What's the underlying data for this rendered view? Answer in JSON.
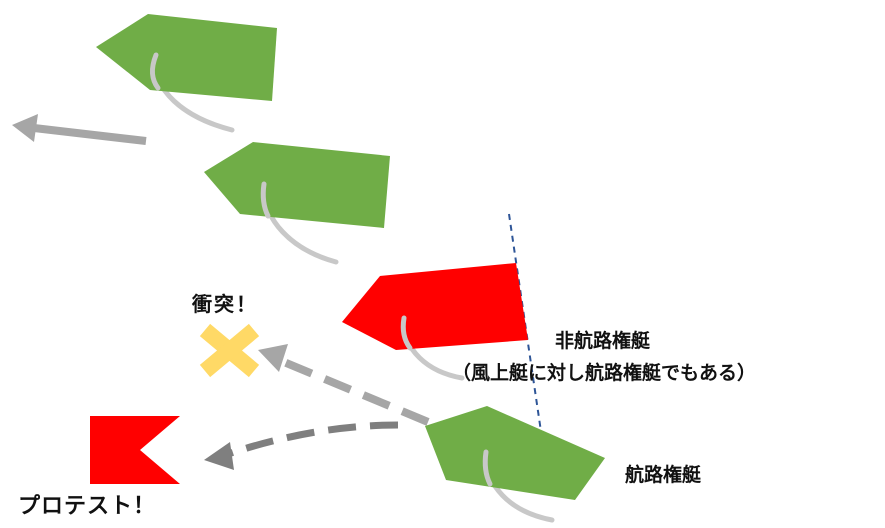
{
  "labels": {
    "collision": "衝突！",
    "give_way_boat": "非航路権艇",
    "give_way_note": "（風上艇に対し航路権艇でもある）",
    "right_of_way_boat": "航路権艇",
    "protest": "プロテスト！"
  },
  "colors": {
    "green_boat": "#70AD47",
    "red_boat": "#FF0000",
    "wake": "#C8C8C8",
    "arrow": "#8C8C8C",
    "collision_mark": "#FFD966",
    "divider": "#2E5597"
  }
}
